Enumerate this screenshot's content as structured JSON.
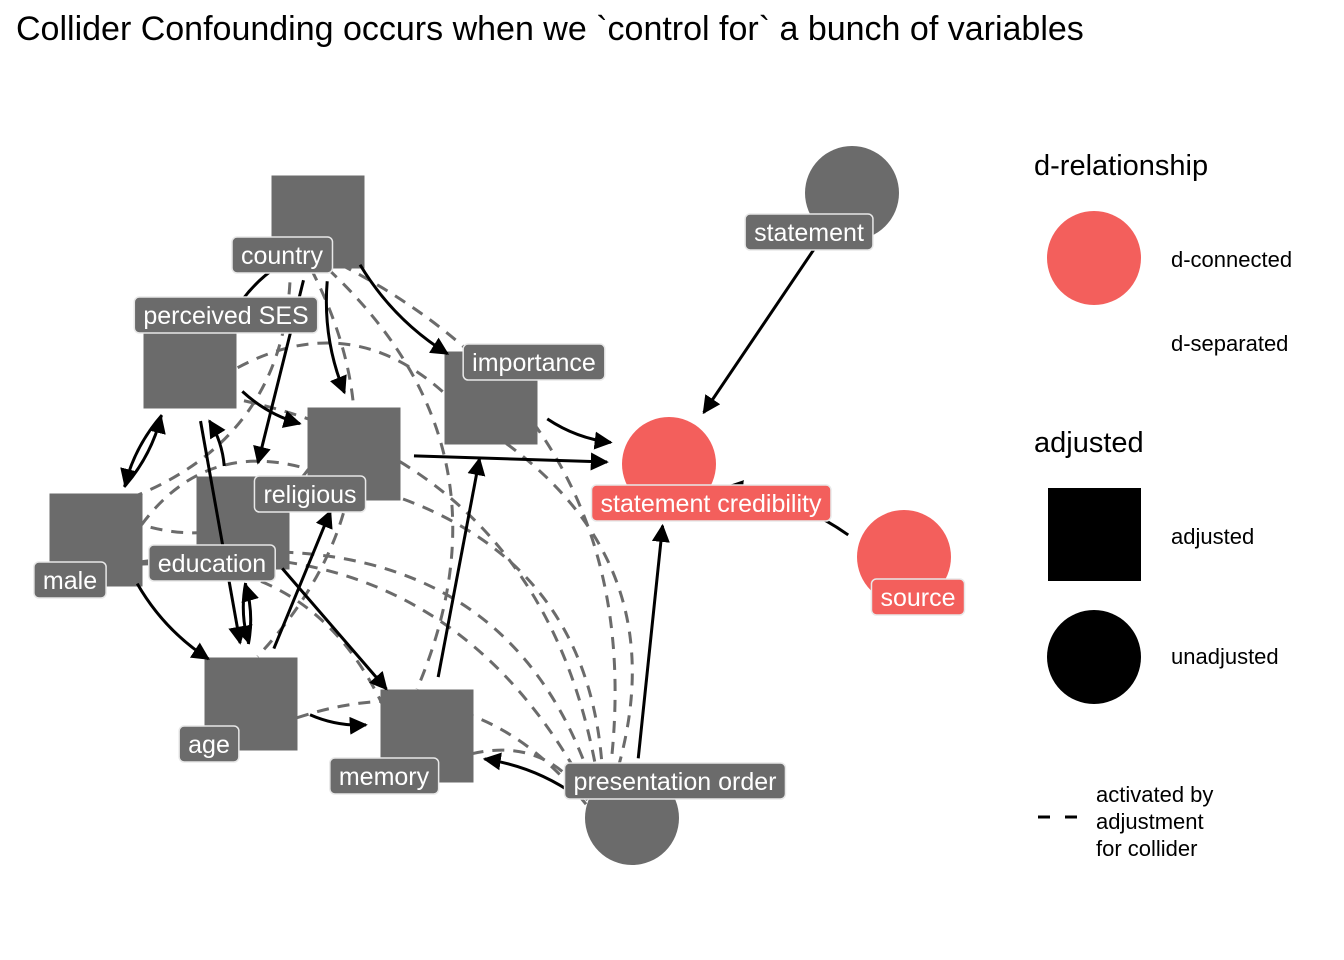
{
  "title": "Collider Confounding occurs when we `control for` a bunch of variables",
  "colors": {
    "d_connected": "#F35F5C",
    "node_default": "#6B6B6B",
    "edge_direct": "#000000",
    "edge_activated": "#6B6B6B",
    "label_text": "#FFFFFF"
  },
  "nodes": [
    {
      "id": "country",
      "label": "country",
      "shape": "square",
      "adjusted": true,
      "d_relationship": "d-separated"
    },
    {
      "id": "perceived_ses",
      "label": "perceived SES",
      "shape": "square",
      "adjusted": true,
      "d_relationship": "d-separated"
    },
    {
      "id": "religious",
      "label": "religious",
      "shape": "square",
      "adjusted": true,
      "d_relationship": "d-separated"
    },
    {
      "id": "importance",
      "label": "importance",
      "shape": "square",
      "adjusted": true,
      "d_relationship": "d-separated"
    },
    {
      "id": "education",
      "label": "education",
      "shape": "square",
      "adjusted": true,
      "d_relationship": "d-separated"
    },
    {
      "id": "male",
      "label": "male",
      "shape": "square",
      "adjusted": true,
      "d_relationship": "d-separated"
    },
    {
      "id": "age",
      "label": "age",
      "shape": "square",
      "adjusted": true,
      "d_relationship": "d-separated"
    },
    {
      "id": "memory",
      "label": "memory",
      "shape": "square",
      "adjusted": true,
      "d_relationship": "d-separated"
    },
    {
      "id": "presentation_order",
      "label": "presentation order",
      "shape": "circle",
      "adjusted": false,
      "d_relationship": "d-separated"
    },
    {
      "id": "statement",
      "label": "statement",
      "shape": "circle",
      "adjusted": false,
      "d_relationship": "d-separated"
    },
    {
      "id": "statement_credibility",
      "label": "statement credibility",
      "shape": "circle",
      "adjusted": false,
      "d_relationship": "d-connected"
    },
    {
      "id": "source",
      "label": "source",
      "shape": "circle",
      "adjusted": false,
      "d_relationship": "d-connected"
    }
  ],
  "edges": [
    {
      "from": "country",
      "to": "perceived_ses",
      "type": "direct"
    },
    {
      "from": "country",
      "to": "importance",
      "type": "direct"
    },
    {
      "from": "country",
      "to": "religious",
      "type": "direct"
    },
    {
      "from": "country",
      "to": "education",
      "type": "direct"
    },
    {
      "from": "perceived_ses",
      "to": "religious",
      "type": "direct"
    },
    {
      "from": "perceived_ses",
      "to": "male",
      "type": "direct"
    },
    {
      "from": "perceived_ses",
      "to": "age",
      "type": "direct"
    },
    {
      "from": "education",
      "to": "perceived_ses",
      "type": "direct"
    },
    {
      "from": "education",
      "to": "religious",
      "type": "direct"
    },
    {
      "from": "education",
      "to": "memory",
      "type": "direct"
    },
    {
      "from": "education",
      "to": "age",
      "type": "direct"
    },
    {
      "from": "age",
      "to": "religious",
      "type": "direct"
    },
    {
      "from": "age",
      "to": "memory",
      "type": "direct"
    },
    {
      "from": "age",
      "to": "education",
      "type": "direct"
    },
    {
      "from": "male",
      "to": "age",
      "type": "direct"
    },
    {
      "from": "male",
      "to": "perceived_ses",
      "type": "direct"
    },
    {
      "from": "memory",
      "to": "importance",
      "type": "direct"
    },
    {
      "from": "religious",
      "to": "statement_credibility",
      "type": "direct"
    },
    {
      "from": "importance",
      "to": "statement_credibility",
      "type": "direct"
    },
    {
      "from": "statement",
      "to": "statement_credibility",
      "type": "direct"
    },
    {
      "from": "source",
      "to": "statement_credibility",
      "type": "direct"
    },
    {
      "from": "presentation_order",
      "to": "statement_credibility",
      "type": "direct"
    },
    {
      "from": "presentation_order",
      "to": "memory",
      "type": "direct"
    },
    {
      "from": "country",
      "to": "male",
      "type": "activated"
    },
    {
      "from": "country",
      "to": "age",
      "type": "activated"
    },
    {
      "from": "country",
      "to": "presentation_order",
      "type": "activated"
    },
    {
      "from": "country",
      "to": "memory",
      "type": "activated"
    },
    {
      "from": "perceived_ses",
      "to": "importance",
      "type": "activated"
    },
    {
      "from": "perceived_ses",
      "to": "presentation_order",
      "type": "activated"
    },
    {
      "from": "religious",
      "to": "presentation_order",
      "type": "activated"
    },
    {
      "from": "religious",
      "to": "male",
      "type": "activated"
    },
    {
      "from": "importance",
      "to": "presentation_order",
      "type": "activated"
    },
    {
      "from": "education",
      "to": "presentation_order",
      "type": "activated"
    },
    {
      "from": "male",
      "to": "presentation_order",
      "type": "activated"
    },
    {
      "from": "male",
      "to": "memory",
      "type": "activated"
    },
    {
      "from": "age",
      "to": "presentation_order",
      "type": "activated"
    },
    {
      "from": "memory",
      "to": "presentation_order",
      "type": "activated"
    },
    {
      "from": "male",
      "to": "religious",
      "type": "activated"
    }
  ],
  "legend": {
    "d_relationship": {
      "title": "d-relationship",
      "items": [
        {
          "label": "d-connected",
          "color": "#F35F5C"
        },
        {
          "label": "d-separated",
          "color": "#FFFFFF"
        }
      ]
    },
    "adjusted": {
      "title": "adjusted",
      "items": [
        {
          "label": "adjusted",
          "shape": "square"
        },
        {
          "label": "unadjusted",
          "shape": "circle"
        }
      ]
    },
    "linetype": {
      "label_lines": [
        "activated by",
        "adjustment",
        "for collider"
      ]
    }
  }
}
